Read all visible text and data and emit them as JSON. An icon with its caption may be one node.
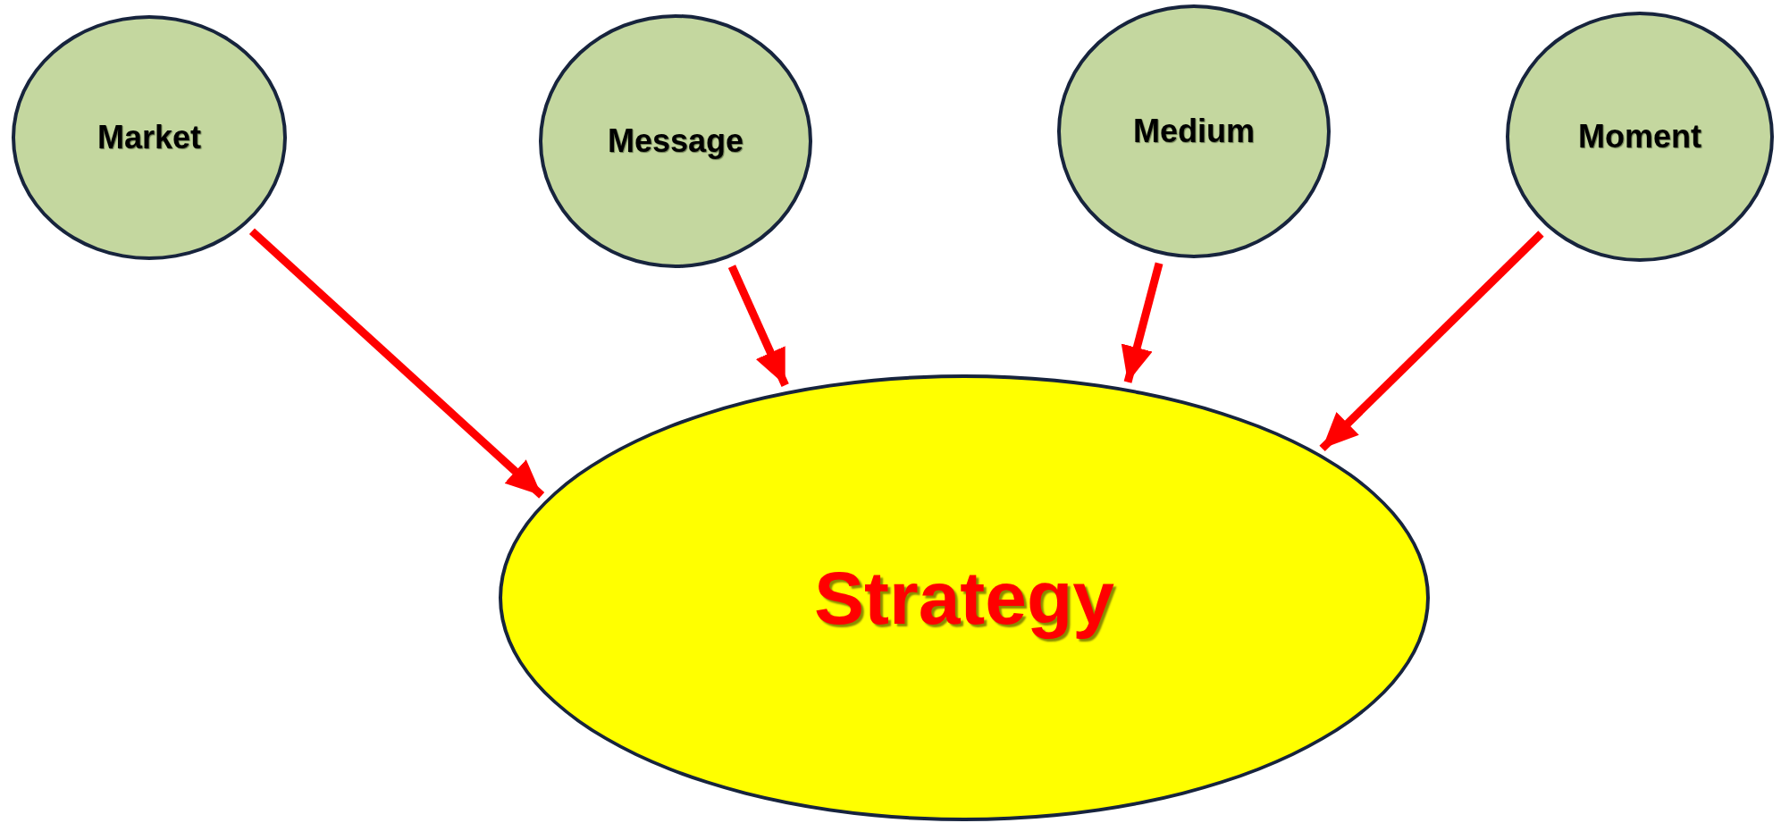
{
  "diagram": {
    "nodes": [
      {
        "text": [
          "Market"
        ]
      },
      {
        "text": [
          "Message"
        ]
      },
      {
        "text": [
          "Medium"
        ]
      },
      {
        "text": [
          "Moment"
        ]
      },
      {
        "text": [
          "Strategy"
        ]
      }
    ],
    "edges": [
      {
        "from": 0,
        "to": 4,
        "arrow": "to"
      },
      {
        "from": 1,
        "to": 4,
        "arrow": "to"
      },
      {
        "from": 2,
        "to": 4,
        "arrow": "to"
      },
      {
        "from": 3,
        "to": 4,
        "arrow": "to"
      }
    ]
  }
}
